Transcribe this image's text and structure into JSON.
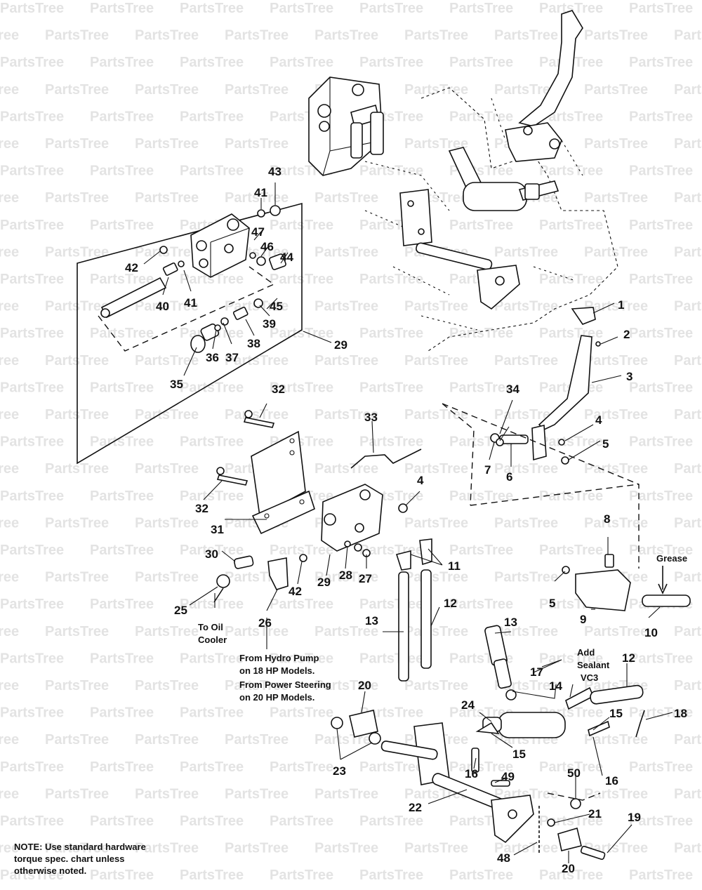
{
  "watermark": "PartsTree",
  "callouts": [
    {
      "id": "c1",
      "text": "1"
    },
    {
      "id": "c2",
      "text": "2"
    },
    {
      "id": "c3",
      "text": "3"
    },
    {
      "id": "c4a",
      "text": "4"
    },
    {
      "id": "c5a",
      "text": "5"
    },
    {
      "id": "c6",
      "text": "6"
    },
    {
      "id": "c7",
      "text": "7"
    },
    {
      "id": "c8",
      "text": "8"
    },
    {
      "id": "c5b",
      "text": "5"
    },
    {
      "id": "c9",
      "text": "9"
    },
    {
      "id": "c10",
      "text": "10"
    },
    {
      "id": "c11",
      "text": "11"
    },
    {
      "id": "c12a",
      "text": "12"
    },
    {
      "id": "c13a",
      "text": "13"
    },
    {
      "id": "c4b",
      "text": "4"
    },
    {
      "id": "c27",
      "text": "27"
    },
    {
      "id": "c28",
      "text": "28"
    },
    {
      "id": "c29a",
      "text": "29"
    },
    {
      "id": "c42a",
      "text": "42"
    },
    {
      "id": "c26",
      "text": "26"
    },
    {
      "id": "c25",
      "text": "25"
    },
    {
      "id": "c30",
      "text": "30"
    },
    {
      "id": "c31",
      "text": "31"
    },
    {
      "id": "c32a",
      "text": "32"
    },
    {
      "id": "c32b",
      "text": "32"
    },
    {
      "id": "c33",
      "text": "33"
    },
    {
      "id": "c34",
      "text": "34"
    },
    {
      "id": "c29b",
      "text": "29"
    },
    {
      "id": "c35",
      "text": "35"
    },
    {
      "id": "c36",
      "text": "36"
    },
    {
      "id": "c37",
      "text": "37"
    },
    {
      "id": "c38",
      "text": "38"
    },
    {
      "id": "c39",
      "text": "39"
    },
    {
      "id": "c45",
      "text": "45"
    },
    {
      "id": "c44",
      "text": "44"
    },
    {
      "id": "c46",
      "text": "46"
    },
    {
      "id": "c47",
      "text": "47"
    },
    {
      "id": "c41a",
      "text": "41"
    },
    {
      "id": "c43",
      "text": "43"
    },
    {
      "id": "c42b",
      "text": "42"
    },
    {
      "id": "c40",
      "text": "40"
    },
    {
      "id": "c41b",
      "text": "41"
    },
    {
      "id": "c13b",
      "text": "13"
    },
    {
      "id": "c17",
      "text": "17"
    },
    {
      "id": "c14",
      "text": "14"
    },
    {
      "id": "c12b",
      "text": "12"
    },
    {
      "id": "c18",
      "text": "18"
    },
    {
      "id": "c24",
      "text": "24"
    },
    {
      "id": "c15a",
      "text": "15"
    },
    {
      "id": "c15b",
      "text": "15"
    },
    {
      "id": "c16a",
      "text": "16"
    },
    {
      "id": "c16b",
      "text": "16"
    },
    {
      "id": "c20a",
      "text": "20"
    },
    {
      "id": "c23",
      "text": "23"
    },
    {
      "id": "c22",
      "text": "22"
    },
    {
      "id": "c49",
      "text": "49"
    },
    {
      "id": "c50",
      "text": "50"
    },
    {
      "id": "c21",
      "text": "21"
    },
    {
      "id": "c19",
      "text": "19"
    },
    {
      "id": "c48",
      "text": "48"
    },
    {
      "id": "c20b",
      "text": "20"
    }
  ],
  "annotations": {
    "grease": "Grease",
    "add_sealant": [
      "Add",
      "Sealant",
      "VC3"
    ],
    "to_oil_cooler": [
      "To Oil",
      "Cooler"
    ],
    "from_hydro": [
      "From Hydro Pump",
      "on 18 HP Models.",
      "From Power Steering",
      "on 20 HP Models."
    ],
    "note": [
      "NOTE: Use standard hardware",
      "torque spec. chart unless",
      "otherwise noted."
    ]
  }
}
